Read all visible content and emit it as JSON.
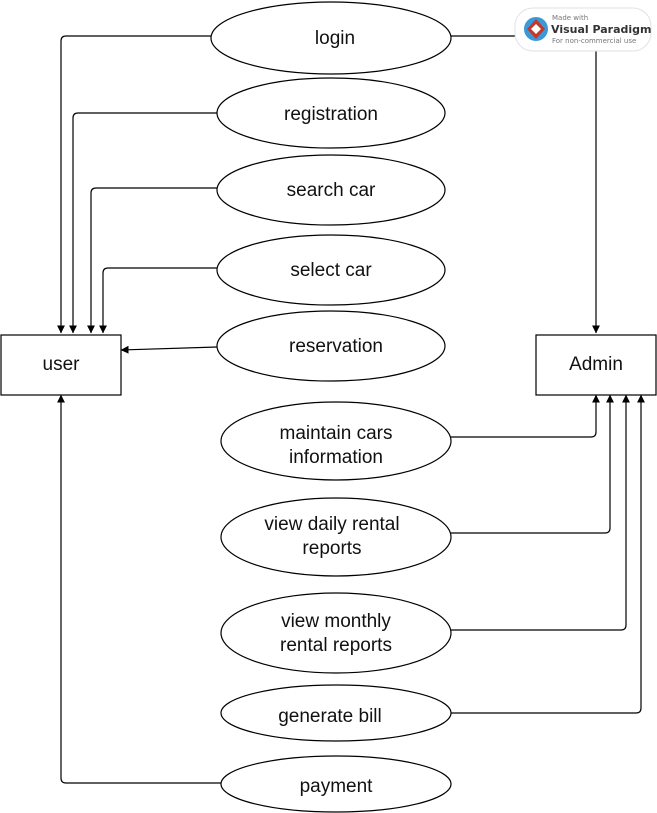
{
  "actors": {
    "user": "user",
    "admin": "Admin"
  },
  "use_cases": {
    "login": "login",
    "registration": "registration",
    "search_car": "search car",
    "select_car": "select car",
    "reservation": "reservation",
    "maintain_cars_information": [
      "maintain cars",
      "information"
    ],
    "view_daily_rental_reports": [
      "view daily rental",
      "reports"
    ],
    "view_monthly_rental_reports": [
      "view monthly",
      "rental reports"
    ],
    "generate_bill": "generate bill",
    "payment": "payment"
  },
  "watermark": {
    "made_with": "Made with",
    "brand": "Visual Paradigm",
    "note": "For non-commercial use",
    "accent_color": "#c0392b"
  }
}
